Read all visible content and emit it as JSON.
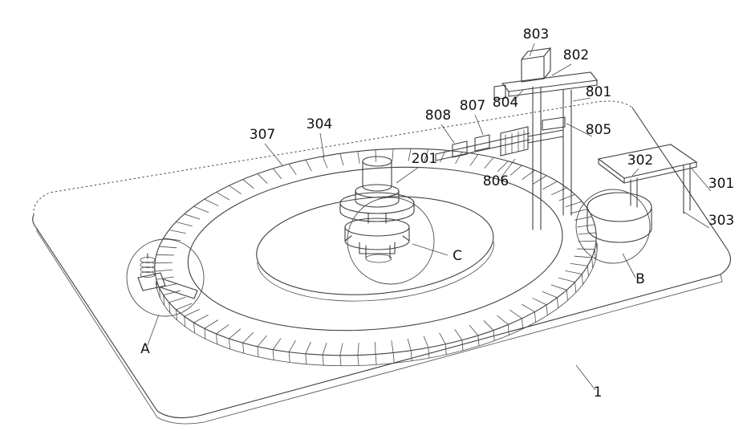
{
  "figure": {
    "kind": "patent-style mechanical assembly line drawing",
    "labels": {
      "n803": "803",
      "n802": "802",
      "n801": "801",
      "n804": "804",
      "n807": "807",
      "n808": "808",
      "n805": "805",
      "n304": "304",
      "n307": "307",
      "n201": "201",
      "n302": "302",
      "n301": "301",
      "n303": "303",
      "n806": "806",
      "C": "C",
      "B": "B",
      "A": "A",
      "n1": "1"
    },
    "colors": {
      "background": "#ffffff",
      "line": "#3f3f3f",
      "text": "#111111"
    }
  }
}
